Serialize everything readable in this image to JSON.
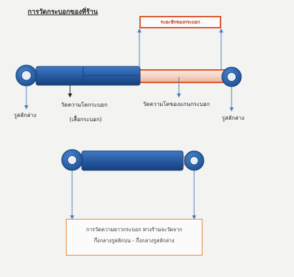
{
  "title": "การวัดกระบอกของที่ร้าน",
  "stroke_label": "ระยะชักของกระบอก",
  "labels": {
    "lower_eye_left": "รูสลักล่าง",
    "body_diameter": "วัดความโตกระบอก",
    "body_diameter_sub": "(เสื้อกระบอก)",
    "rod_diameter": "วัดความโตของแกนกระบอก",
    "lower_eye_right": "รูสลักล่าง"
  },
  "note": {
    "line1": "การวัดความยาวกระบอก ทางร้านจะวัดจาก",
    "line2": "กึ่งกลางรูสลักบน - กึ่งกลางรูสลักล่าง"
  },
  "colors": {
    "body": "#2a5ea6",
    "eye": "#2b67b0",
    "rod_outline": "#d9542a",
    "arrow": "#4b7fc0",
    "note_border": "#e08a3a"
  }
}
